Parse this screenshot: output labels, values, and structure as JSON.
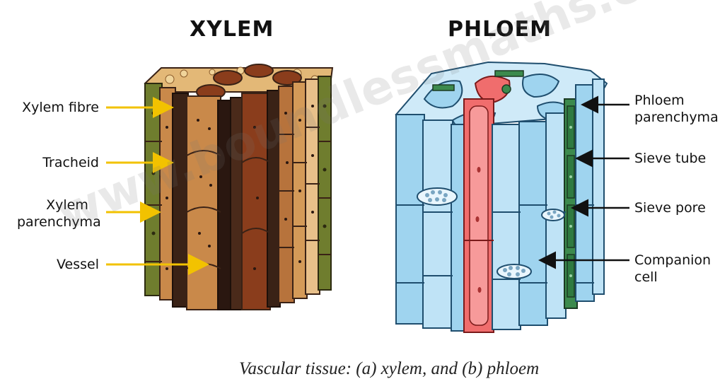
{
  "titles": {
    "xylem": "XYLEM",
    "phloem": "PHLOEM"
  },
  "xylem_labels": {
    "fibre": "Xylem fibre",
    "tracheid": "Tracheid",
    "parenchyma_line1": "Xylem",
    "parenchyma_line2": "parenchyma",
    "vessel": "Vessel"
  },
  "phloem_labels": {
    "parenchyma_line1": "Phloem",
    "parenchyma_line2": "parenchyma",
    "sieve_tube": "Sieve tube",
    "sieve_pore": "Sieve pore",
    "companion_line1": "Companion",
    "companion_line2": "cell"
  },
  "caption": "Vascular tissue: (a) xylem, and (b) phloem",
  "watermark": "www.boundlessmaths.com",
  "colors": {
    "arrow_yellow": "#f2c200",
    "xylem_dark": "#3a2216",
    "xylem_brown": "#7b4320",
    "xylem_tan": "#c9894a",
    "xylem_light": "#e8c08a",
    "xylem_green": "#6f7d2e",
    "phloem_blue": "#9fd4ef",
    "phloem_blue_dark": "#5fa8d3",
    "phloem_red": "#f06d6d",
    "phloem_green": "#3c8a4d"
  }
}
